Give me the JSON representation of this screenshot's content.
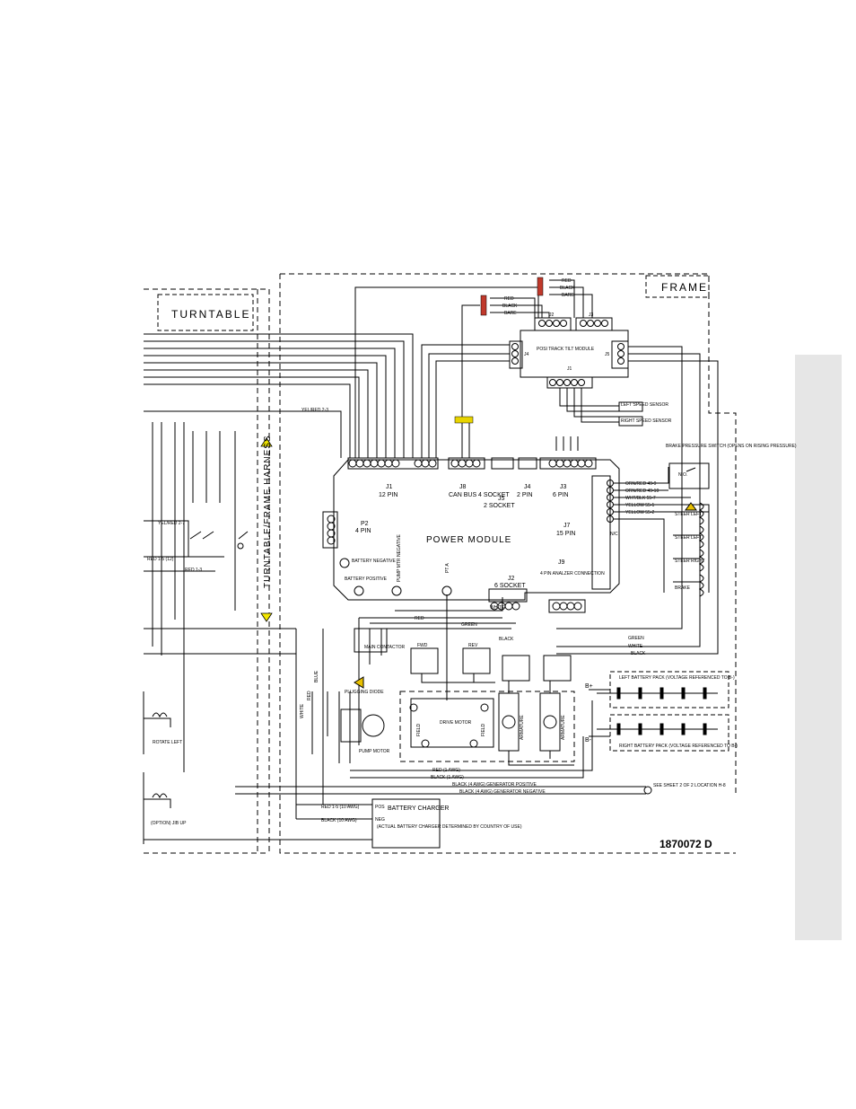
{
  "regions": {
    "turntable": "TURNTABLE",
    "frame": "FRAME",
    "harness": "TURNTABLE/FRAME HARNESS"
  },
  "module": {
    "title": "POWER MODULE",
    "connectors": [
      {
        "id": "J1",
        "desc": "12 PIN"
      },
      {
        "id": "J8",
        "desc": "CAN BUS 4 SOCKET"
      },
      {
        "id": "J5",
        "desc": "2 SOCKET"
      },
      {
        "id": "J4",
        "desc": "2 PIN"
      },
      {
        "id": "J3",
        "desc": "6 PIN"
      },
      {
        "id": "J7",
        "desc": "15 PIN"
      },
      {
        "id": "J2",
        "desc": "6 SOCKET"
      },
      {
        "id": "J9",
        "desc": "4 PIN ANALZER CONNECTION"
      },
      {
        "id": "P2",
        "desc": "4 PIN"
      }
    ],
    "terminals": [
      "BATTERY NEGATIVE",
      "BATTERY POSITIVE",
      "PUMP MTR NEGATIVE",
      "PT A"
    ]
  },
  "posi_track": {
    "title": "POSI TRACK TILT MODULE",
    "connectors": [
      "J2",
      "J3",
      "J4",
      "J5",
      "J1"
    ]
  },
  "wires": {
    "red": "RED",
    "black": "BLACK",
    "bare": "BARE",
    "green": "GREEN",
    "white": "WHITE",
    "blue": "BLUE",
    "yel_red": "YEL/RED 2-3",
    "yel_red_b": "YEL/RED 2-7",
    "red_13": "RED 1-3",
    "red_15": "RED 1-5 (12)",
    "orn_red": "ORN/RED 49-9",
    "orn_red_b": "ORN/RED 49-10",
    "wht_blk": "WHT/BLK 55-7",
    "yellow_1": "YELLOW 55-1",
    "yellow_2": "YELLOW 55-2",
    "nc": "N/C",
    "red_1awg": "RED (1 AWG)",
    "black_1awg": "BLACK (1 AWG)",
    "gen_pos": "BLACK (4 AWG) GENERATOR POSITIVE",
    "gen_neg": "BLACK (4 AWG) GENERATOR NEGATIVE",
    "red_10awg": "RED 1-5 (10 AWG)",
    "black_10awg": "BLACK (10 AWG)"
  },
  "sensors": {
    "left": "LEFT SPEED SENSOR",
    "right": "RIGHT SPEED SENSOR",
    "brake_pressure": "BRAKE PRESSURE SWITCH (OPENS ON RISING PRESSURE)",
    "nc_contact": "N.O."
  },
  "coils": [
    "STEER LEFT",
    "STEER LEFT",
    "STEER RIGHT",
    "BRAKE"
  ],
  "components": {
    "main_contactor": "MAIN CONTACTOR",
    "fwd": "FWD",
    "rev": "REV",
    "plugging_diode": "PLUGGING DIODE",
    "pump_motor": "PUMP MOTOR",
    "drive_motor": "DRIVE MOTOR",
    "field": "FIELD",
    "armature": "ARMATURE",
    "battery_charger": "BATTERY CHARGER",
    "charger_note": "(ACTUAL BATTERY CHARGER DETERMINED BY COUNTRY OF USE)",
    "left_pack": "LEFT BATTERY PACK (VOLTAGE REFERENCED TO B-)",
    "right_pack": "RIGHT BATTERY PACK (VOLTAGE REFERENCED TO B-)",
    "b_plus": "B+",
    "b_minus": "B-",
    "see_sheet": "SEE SHEET 2 OF 2 LOCATION H-8",
    "rotate_left": "ROTATE LEFT",
    "option_jib": "(OPTION) JIB UP",
    "pos": "POS",
    "neg": "NEG"
  },
  "drawing_number": "1870072 D",
  "colors": {
    "connector_red": "#c0392b",
    "arrow_yellow": "#f2e600",
    "tab_gray": "#e6e6e6"
  }
}
